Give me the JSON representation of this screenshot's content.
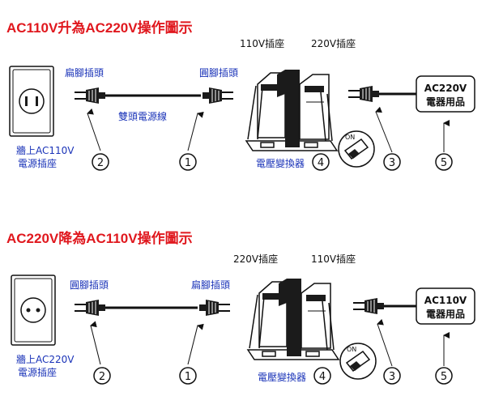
{
  "diagram1": {
    "title": "AC110V升為AC220V操作圖示",
    "socket_label_1": "110V插座",
    "socket_label_2": "220V插座",
    "flat_plug": "扁腳插頭",
    "round_plug": "圓腳插頭",
    "cable": "雙頭電源線",
    "wall_line1": "牆上AC110V",
    "wall_line2": "電源插座",
    "transformer": "電壓變換器",
    "appliance_line1": "AC220V",
    "appliance_line2": "電器用品",
    "switch": "ON",
    "n1": "1",
    "n2": "2",
    "n3": "3",
    "n4": "4",
    "n5": "5"
  },
  "diagram2": {
    "title": "AC220V降為AC110V操作圖示",
    "socket_label_1": "220V插座",
    "socket_label_2": "110V插座",
    "round_plug": "圓腳插頭",
    "round_plug2": "扁腳插頭",
    "wall_line1": "牆上AC220V",
    "wall_line2": "電源插座",
    "transformer": "電壓變換器",
    "appliance_line1": "AC110V",
    "appliance_line2": "電器用品",
    "switch": "ON",
    "n1": "1",
    "n2": "2",
    "n3": "3",
    "n4": "4",
    "n5": "5"
  }
}
